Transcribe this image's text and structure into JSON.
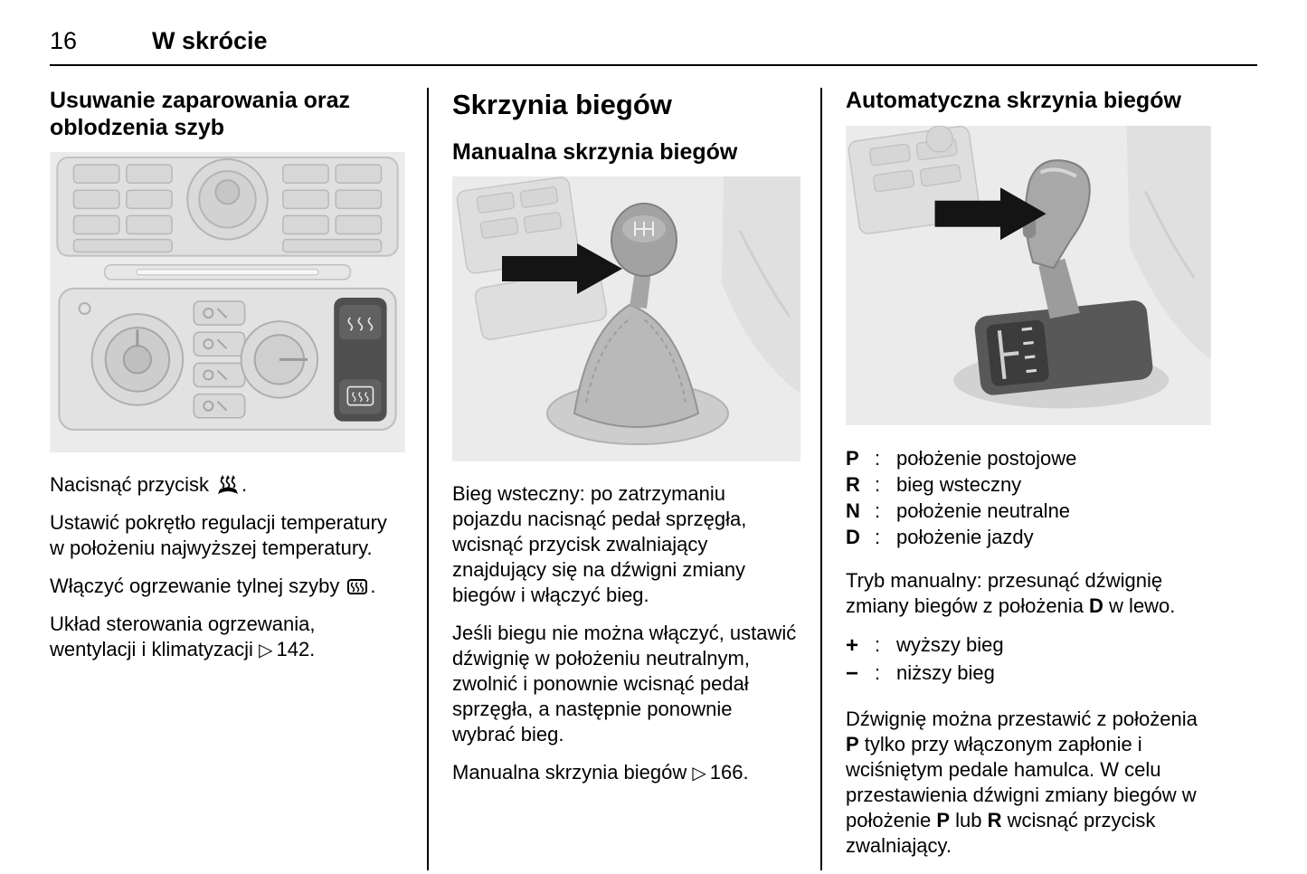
{
  "header": {
    "page_number": "16",
    "chapter": "W skrócie"
  },
  "refs": {
    "arrow": "▷"
  },
  "defog": {
    "heading": "Usuwanie zaparowania oraz oblodzenia szyb",
    "p1_text": "Nacisnąć przycisk",
    "p1_end": ".",
    "p2": "Ustawić pokrętło regulacji temperatury w położeniu najwyższej temperatury.",
    "p3_text": "Włączyć ogrzewanie tylnej szyby",
    "p3_end": ".",
    "p4": "Układ sterowania ogrzewania, wentylacji i klimatyzacji",
    "p4_ref": "142."
  },
  "gearbox": {
    "heading": "Skrzynia biegów",
    "subheading": "Manualna skrzynia biegów",
    "p1": "Bieg wsteczny: po zatrzymaniu pojazdu nacisnąć pedał sprzęgła, wcisnąć przycisk zwalniający znajdujący się na dźwigni zmiany biegów i włączyć bieg.",
    "p2": "Jeśli biegu nie można włączyć, ustawić dźwignię w położeniu neutralnym, zwolnić i ponownie wcisnąć pedał sprzęgła, a następnie ponownie wybrać bieg.",
    "p3": "Manualna skrzynia biegów",
    "p3_ref": "166."
  },
  "auto": {
    "heading": "Automatyczna skrzynia biegów",
    "separator": ":",
    "legend": [
      {
        "key": "P",
        "desc": "położenie postojowe"
      },
      {
        "key": "R",
        "desc": "bieg wsteczny"
      },
      {
        "key": "N",
        "desc": "położenie neutralne"
      },
      {
        "key": "D",
        "desc": "położenie jazdy"
      }
    ],
    "manual_mode": {
      "t1": "Tryb manualny: przesunąć dźwignię zmiany biegów z położenia ",
      "b1": "D",
      "t2": " w lewo."
    },
    "plus_minus": [
      {
        "key": "+",
        "desc": "wyższy bieg"
      },
      {
        "key": "−",
        "desc": "niższy bieg"
      }
    ],
    "release": {
      "t1": "Dźwignię można przestawić z położenia ",
      "b1": "P",
      "t2": " tylko przy włączonym zapłonie i wciśniętym pedale hamulca. W celu przestawienia dźwigni zmiany biegów w położenie ",
      "b2": "P",
      "t3": " lub ",
      "b3": "R",
      "t4": " wcisnąć przycisk zwalniający."
    }
  },
  "icons": {
    "max_defrost": "windshield-defrost",
    "rear_heating": "rear-window-heating"
  }
}
